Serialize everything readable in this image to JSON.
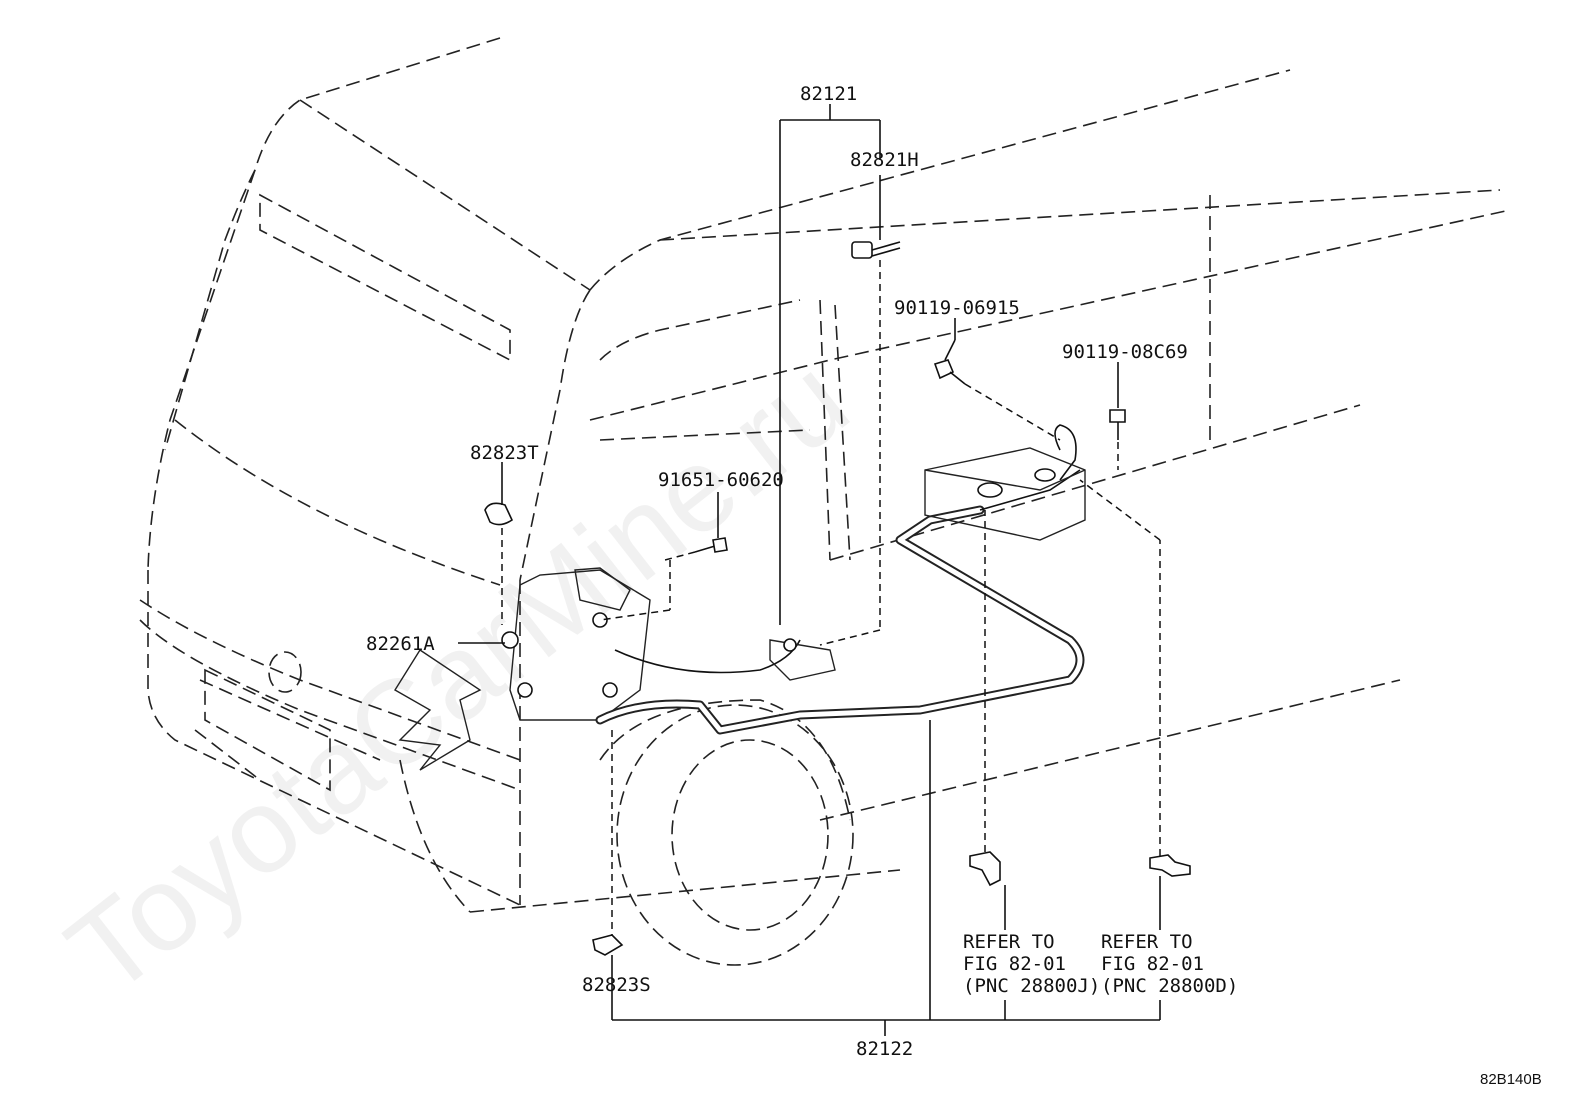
{
  "watermark": "ToyotaCarMine.ru",
  "figure_code": "82B140B",
  "callouts": {
    "p82121": "82121",
    "p82821H": "82821H",
    "p90119_06915": "90119-06915",
    "p90119_08C69": "90119-08C69",
    "p82823T": "82823T",
    "p91651_60620": "91651-60620",
    "p82261A": "82261A",
    "p82823S": "82823S",
    "p82122": "82122"
  },
  "refer_left": {
    "line1": "REFER TO",
    "line2": "FIG 82-01",
    "line3": "(PNC 28800J)"
  },
  "refer_right": {
    "line1": "REFER TO",
    "line2": "FIG 82-01",
    "line3": "(PNC 28800D)"
  }
}
